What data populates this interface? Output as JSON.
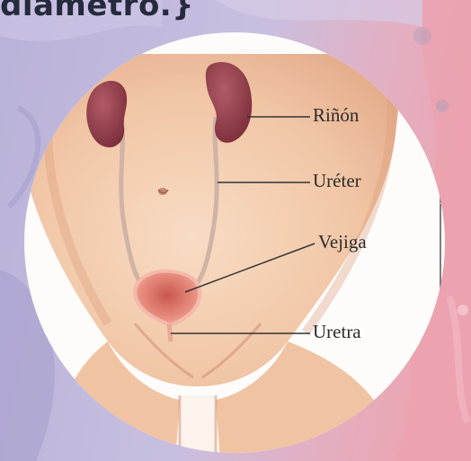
{
  "heading": "diámetro.}",
  "diagram": {
    "labels": {
      "kidney": "Riñón",
      "ureter": "Uréter",
      "bladder": "Vejiga",
      "urethra": "Uretra"
    }
  },
  "colors": {
    "background_left": "#b7b1d6",
    "background_right": "#e8a9b4",
    "circle": "#fdfdfd",
    "skin": "#f2c9a9",
    "kidney": "#8e3c48",
    "bladder": "#e9978a",
    "text": "#252a3c"
  }
}
